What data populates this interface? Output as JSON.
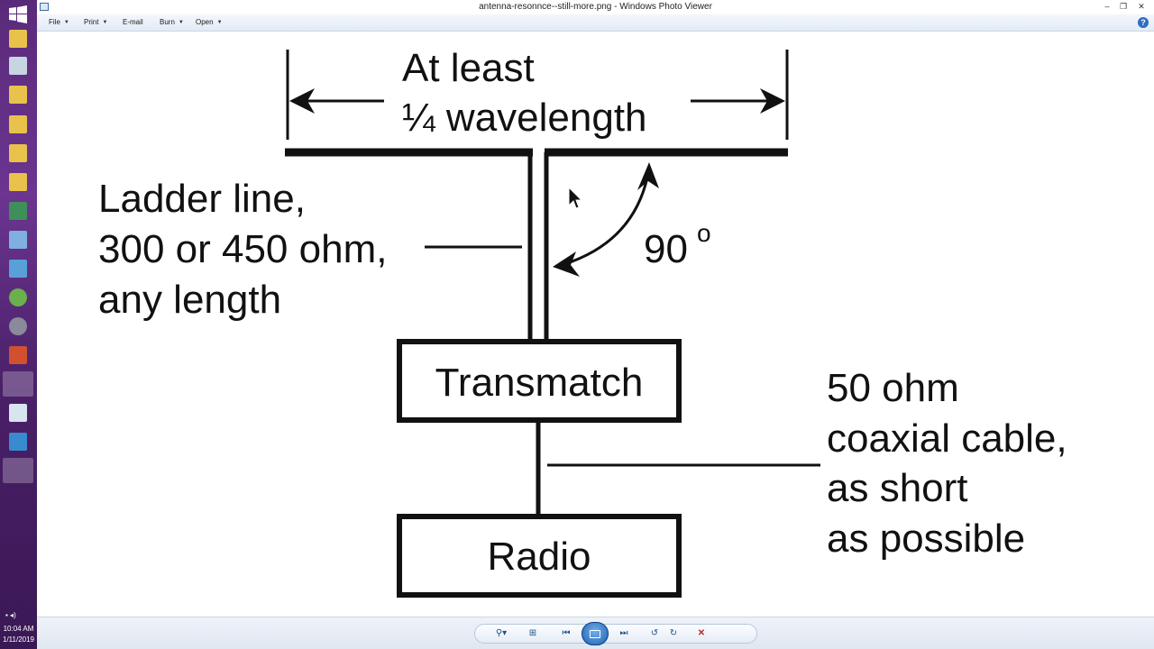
{
  "window": {
    "title": "antenna-resonnce--still-more.png - Windows Photo Viewer"
  },
  "menu": {
    "file": "File",
    "print": "Print",
    "email": "E-mail",
    "burn": "Burn",
    "open": "Open",
    "help": "?"
  },
  "taskbar": {
    "time": "10:04 AM",
    "date": "1/11/2019"
  },
  "diagram": {
    "top_line1": "At least",
    "top_line2": "¼ wavelength",
    "ladder_line1": "Ladder line,",
    "ladder_line2": "300 or 450 ohm,",
    "ladder_line3": "any length",
    "angle": "90",
    "degree": "o",
    "transmatch": "Transmatch",
    "radio": "Radio",
    "coax_line1": "50 ohm",
    "coax_line2": "coaxial cable,",
    "coax_line3": "as short",
    "coax_line4": "as possible"
  },
  "icons": {
    "zoom": "magnifier-icon",
    "fit": "fit-window-icon",
    "previous": "previous-icon",
    "slideshow": "slideshow-icon",
    "next": "next-icon",
    "rotate_ccw": "rotate-counterclockwise-icon",
    "rotate_cw": "rotate-clockwise-icon",
    "delete": "delete-icon"
  },
  "colors": {
    "taskbar": "#5a2a7a",
    "toolbar_accent": "#1f5fb0",
    "delete": "#c0262a"
  }
}
